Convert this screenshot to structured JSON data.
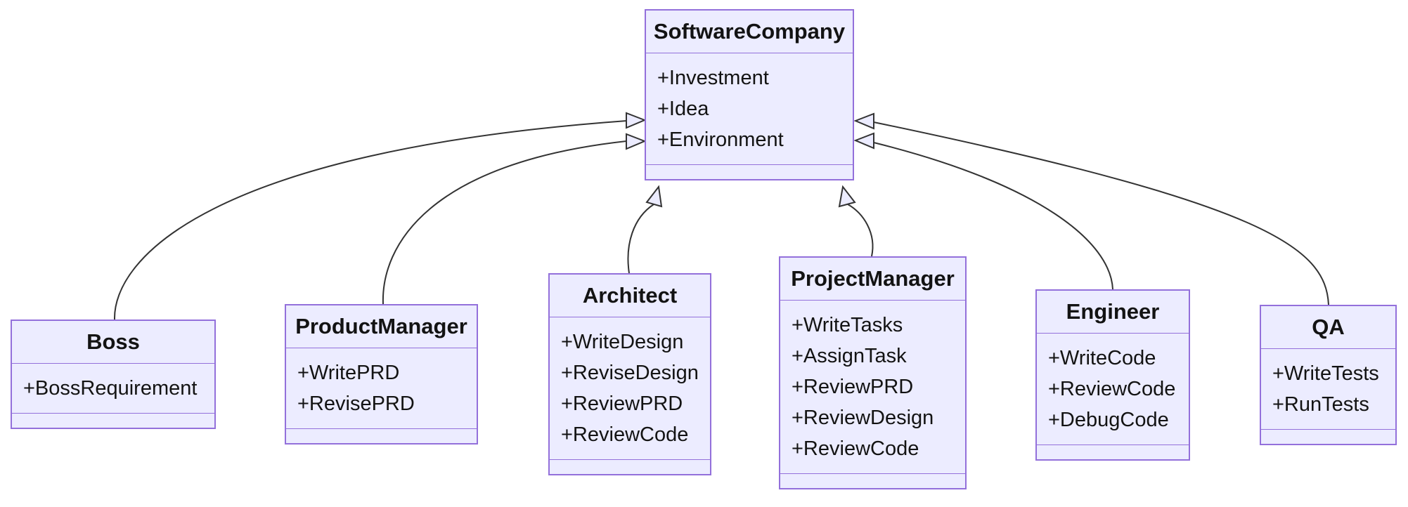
{
  "diagram": {
    "kind": "uml-class-diagram",
    "relationship_type": "inheritance",
    "colors": {
      "node_fill": "#ECECFF",
      "node_border": "#9370DB",
      "edge_stroke": "#333333",
      "text": "#131313",
      "background": "#ffffff"
    }
  },
  "classes": [
    {
      "name": "SoftwareCompany",
      "members": [
        "+Investment",
        "+Idea",
        "+Environment"
      ]
    },
    {
      "name": "Boss",
      "members": [
        "+BossRequirement"
      ]
    },
    {
      "name": "ProductManager",
      "members": [
        "+WritePRD",
        "+RevisePRD"
      ]
    },
    {
      "name": "Architect",
      "members": [
        "+WriteDesign",
        "+ReviseDesign",
        "+ReviewPRD",
        "+ReviewCode"
      ]
    },
    {
      "name": "ProjectManager",
      "members": [
        "+WriteTasks",
        "+AssignTask",
        "+ReviewPRD",
        "+ReviewDesign",
        "+ReviewCode"
      ]
    },
    {
      "name": "Engineer",
      "members": [
        "+WriteCode",
        "+ReviewCode",
        "+DebugCode"
      ]
    },
    {
      "name": "QA",
      "members": [
        "+WriteTests",
        "+RunTests"
      ]
    }
  ],
  "edges": [
    {
      "from": "Boss",
      "to": "SoftwareCompany",
      "type": "inheritance"
    },
    {
      "from": "ProductManager",
      "to": "SoftwareCompany",
      "type": "inheritance"
    },
    {
      "from": "Architect",
      "to": "SoftwareCompany",
      "type": "inheritance"
    },
    {
      "from": "ProjectManager",
      "to": "SoftwareCompany",
      "type": "inheritance"
    },
    {
      "from": "Engineer",
      "to": "SoftwareCompany",
      "type": "inheritance"
    },
    {
      "from": "QA",
      "to": "SoftwareCompany",
      "type": "inheritance"
    }
  ]
}
